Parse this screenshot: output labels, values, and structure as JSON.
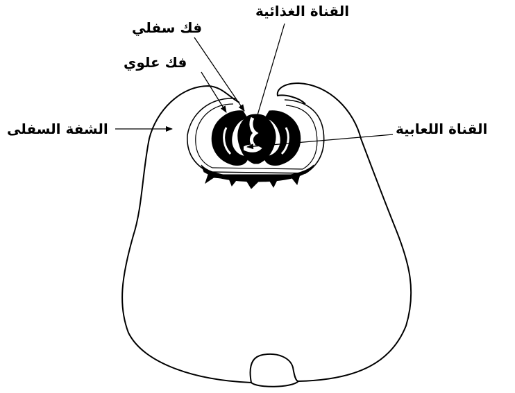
{
  "labels": {
    "food_canal": "القناة الغذائية",
    "lower_jaw": "فك سفلي",
    "upper_jaw": "فك علوي",
    "lower_lip": "الشفة السفلى",
    "salivary_canal": "القناة اللعابية"
  },
  "colors": {
    "ink": "#000000",
    "paper": "#ffffff"
  }
}
